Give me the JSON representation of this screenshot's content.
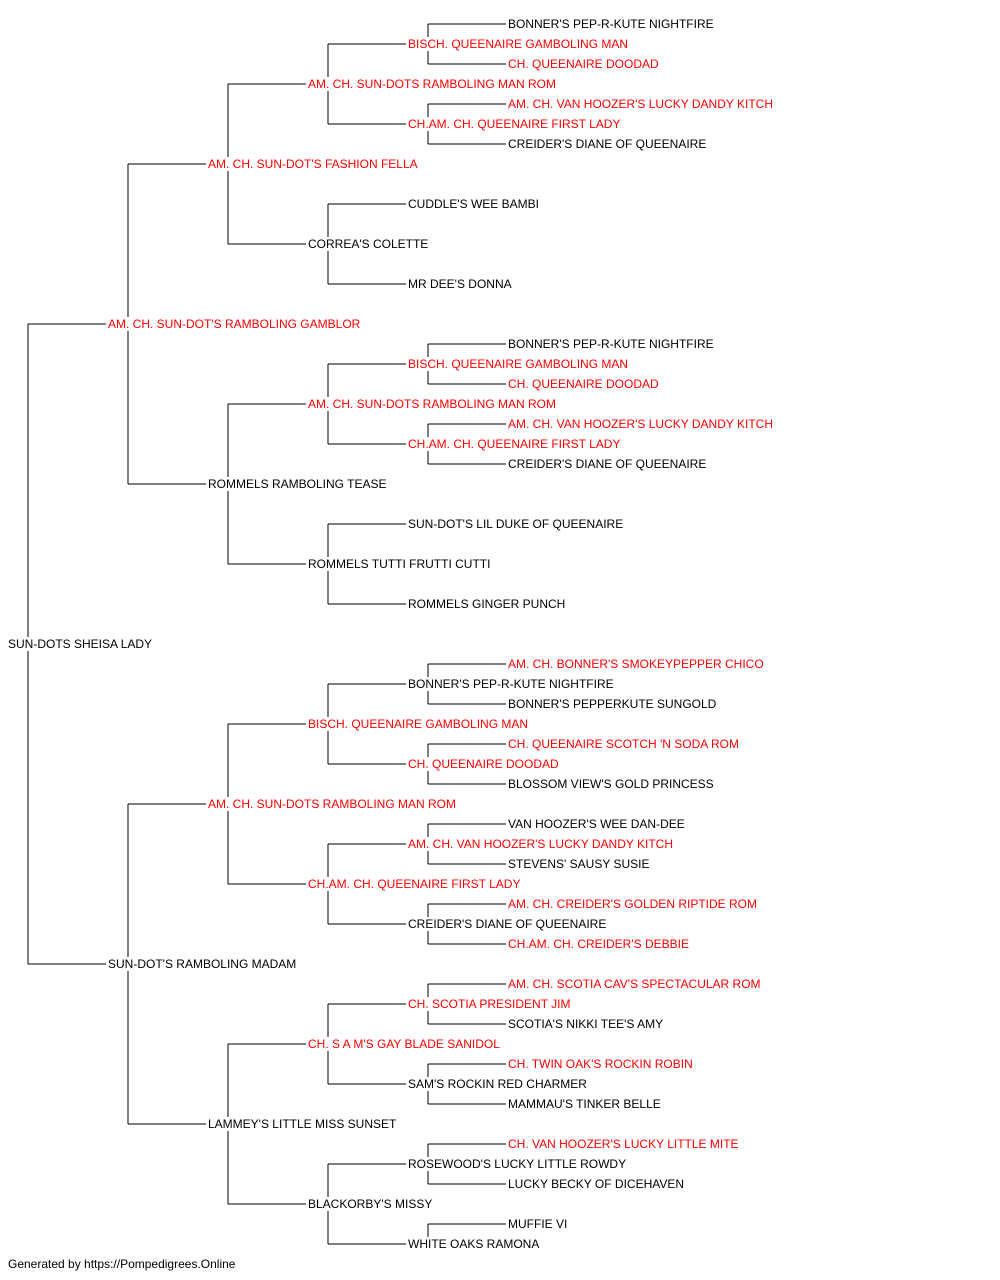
{
  "colors": {
    "champion": "#ff0000",
    "normal": "#000000"
  },
  "footer": "Generated by https://Pompedigrees.Online",
  "pedigree": {
    "name": "SUN-DOTS SHEISA LADY",
    "champion": false,
    "sire": {
      "name": "AM. CH. SUN-DOT'S RAMBOLING GAMBLOR",
      "champion": true,
      "sire": {
        "name": "AM. CH. SUN-DOT'S FASHION FELLA",
        "champion": true,
        "sire": {
          "name": "AM. CH. SUN-DOTS RAMBOLING MAN ROM",
          "champion": true,
          "sire": {
            "name": "BISCH. QUEENAIRE GAMBOLING MAN",
            "champion": true,
            "sire": {
              "name": "BONNER'S PEP-R-KUTE NIGHTFIRE",
              "champion": false
            },
            "dam": {
              "name": "CH. QUEENAIRE DOODAD",
              "champion": true
            }
          },
          "dam": {
            "name": "CH.AM. CH. QUEENAIRE FIRST LADY",
            "champion": true,
            "sire": {
              "name": "AM. CH. VAN HOOZER'S LUCKY DANDY KITCH",
              "champion": true
            },
            "dam": {
              "name": "CREIDER'S DIANE OF QUEENAIRE",
              "champion": false
            }
          }
        },
        "dam": {
          "name": "CORREA'S COLETTE",
          "champion": false,
          "sire": {
            "name": "CUDDLE'S WEE BAMBI",
            "champion": false
          },
          "dam": {
            "name": "MR DEE'S DONNA",
            "champion": false
          }
        }
      },
      "dam": {
        "name": "ROMMELS RAMBOLING TEASE",
        "champion": false,
        "sire": {
          "name": "AM. CH. SUN-DOTS RAMBOLING MAN ROM",
          "champion": true,
          "sire": {
            "name": "BISCH. QUEENAIRE GAMBOLING MAN",
            "champion": true,
            "sire": {
              "name": "BONNER'S PEP-R-KUTE NIGHTFIRE",
              "champion": false
            },
            "dam": {
              "name": "CH. QUEENAIRE DOODAD",
              "champion": true
            }
          },
          "dam": {
            "name": "CH.AM. CH. QUEENAIRE FIRST LADY",
            "champion": true,
            "sire": {
              "name": "AM. CH. VAN HOOZER'S LUCKY DANDY KITCH",
              "champion": true
            },
            "dam": {
              "name": "CREIDER'S DIANE OF QUEENAIRE",
              "champion": false
            }
          }
        },
        "dam": {
          "name": "ROMMELS TUTTI FRUTTI CUTTI",
          "champion": false,
          "sire": {
            "name": "SUN-DOT'S LIL DUKE OF QUEENAIRE",
            "champion": false
          },
          "dam": {
            "name": "ROMMELS GINGER PUNCH",
            "champion": false
          }
        }
      }
    },
    "dam": {
      "name": "SUN-DOT'S RAMBOLING MADAM",
      "champion": false,
      "sire": {
        "name": "AM. CH. SUN-DOTS RAMBOLING MAN ROM",
        "champion": true,
        "sire": {
          "name": "BISCH. QUEENAIRE GAMBOLING MAN",
          "champion": true,
          "sire": {
            "name": "BONNER'S PEP-R-KUTE NIGHTFIRE",
            "champion": false,
            "sire": {
              "name": "AM. CH. BONNER'S SMOKEYPEPPER CHICO",
              "champion": true
            },
            "dam": {
              "name": "BONNER'S PEPPERKUTE SUNGOLD",
              "champion": false
            }
          },
          "dam": {
            "name": "CH. QUEENAIRE DOODAD",
            "champion": true,
            "sire": {
              "name": "CH. QUEENAIRE SCOTCH 'N SODA ROM",
              "champion": true
            },
            "dam": {
              "name": "BLOSSOM VIEW'S GOLD PRINCESS",
              "champion": false
            }
          }
        },
        "dam": {
          "name": "CH.AM. CH. QUEENAIRE FIRST LADY",
          "champion": true,
          "sire": {
            "name": "AM. CH. VAN HOOZER'S LUCKY DANDY KITCH",
            "champion": true,
            "sire": {
              "name": "VAN HOOZER'S WEE DAN-DEE",
              "champion": false
            },
            "dam": {
              "name": "STEVENS' SAUSY SUSIE",
              "champion": false
            }
          },
          "dam": {
            "name": "CREIDER'S DIANE OF QUEENAIRE",
            "champion": false,
            "sire": {
              "name": "AM. CH. CREIDER'S GOLDEN RIPTIDE ROM",
              "champion": true
            },
            "dam": {
              "name": "CH.AM. CH. CREIDER'S DEBBIE",
              "champion": true
            }
          }
        }
      },
      "dam": {
        "name": "LAMMEY'S LITTLE MISS SUNSET",
        "champion": false,
        "sire": {
          "name": "CH. S A M'S GAY BLADE SANIDOL",
          "champion": true,
          "sire": {
            "name": "CH. SCOTIA PRESIDENT JIM",
            "champion": true,
            "sire": {
              "name": "AM. CH. SCOTIA CAV'S SPECTACULAR ROM",
              "champion": true
            },
            "dam": {
              "name": "SCOTIA'S NIKKI TEE'S AMY",
              "champion": false
            }
          },
          "dam": {
            "name": "SAM'S ROCKIN RED CHARMER",
            "champion": false,
            "sire": {
              "name": "CH. TWIN OAK'S ROCKIN ROBIN",
              "champion": true
            },
            "dam": {
              "name": "MAMMAU'S TINKER BELLE",
              "champion": false
            }
          }
        },
        "dam": {
          "name": "BLACKORBY'S MISSY",
          "champion": false,
          "sire": {
            "name": "ROSEWOOD'S LUCKY LITTLE ROWDY",
            "champion": false,
            "sire": {
              "name": "CH. VAN HOOZER'S LUCKY LITTLE MITE",
              "champion": true
            },
            "dam": {
              "name": "LUCKY BECKY OF DICEHAVEN",
              "champion": false
            }
          },
          "dam": {
            "name": "WHITE OAKS RAMONA",
            "champion": false,
            "sire": {
              "name": "MUFFIE VI",
              "champion": false
            }
          }
        }
      }
    }
  }
}
